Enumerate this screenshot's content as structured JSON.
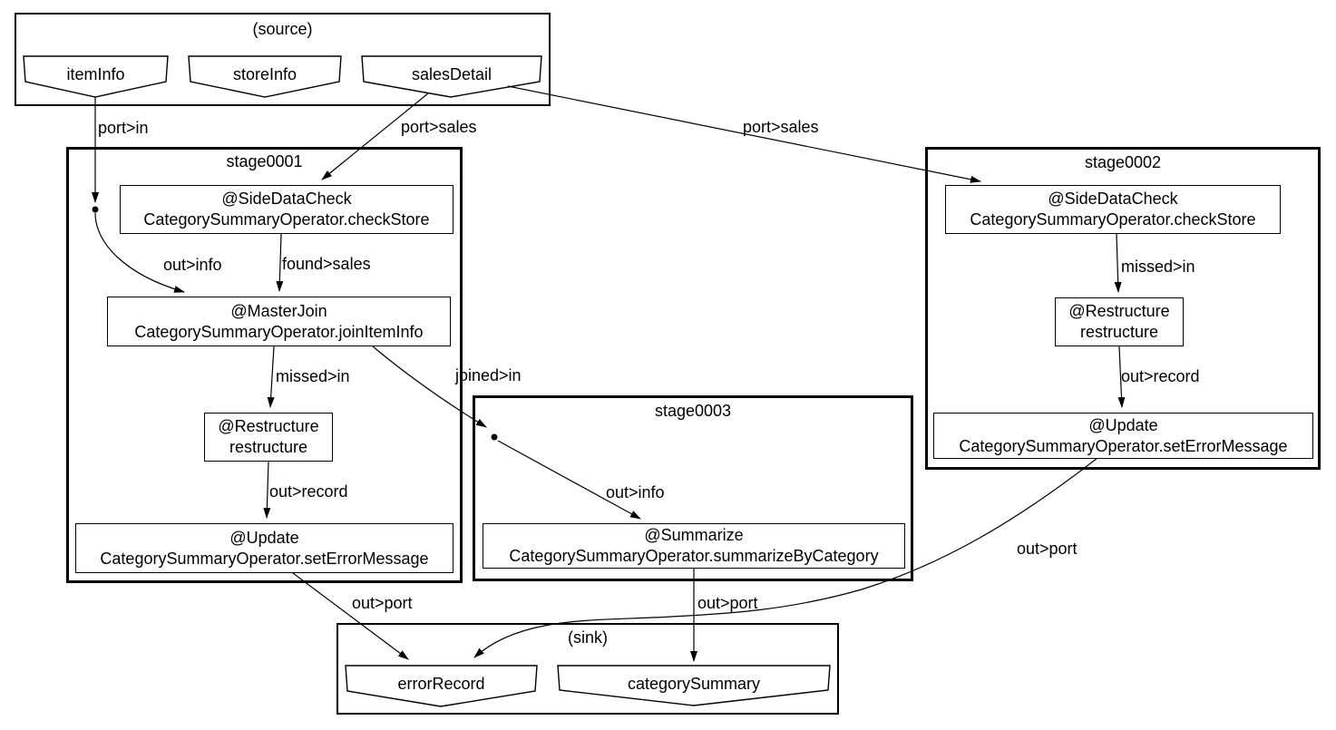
{
  "diagram_type": "dataflow-graph",
  "colors": {
    "background": "#ffffff",
    "line": "#000000",
    "node_fill": "#ffffff"
  },
  "clusters": {
    "source": {
      "title": "(source)"
    },
    "stage0001": {
      "title": "stage0001"
    },
    "stage0002": {
      "title": "stage0002"
    },
    "stage0003": {
      "title": "stage0003"
    },
    "sink": {
      "title": "(sink)"
    }
  },
  "ports": {
    "itemInfo": "itemInfo",
    "storeInfo": "storeInfo",
    "salesDetail": "salesDetail",
    "errorRecord": "errorRecord",
    "categorySummary": "categorySummary"
  },
  "operators": {
    "s1_check": {
      "line1": "@SideDataCheck",
      "line2": "CategorySummaryOperator.checkStore"
    },
    "s1_join": {
      "line1": "@MasterJoin",
      "line2": "CategorySummaryOperator.joinItemInfo"
    },
    "s1_restructure": {
      "line1": "@Restructure",
      "line2": "restructure"
    },
    "s1_update": {
      "line1": "@Update",
      "line2": "CategorySummaryOperator.setErrorMessage"
    },
    "s2_check": {
      "line1": "@SideDataCheck",
      "line2": "CategorySummaryOperator.checkStore"
    },
    "s2_restructure": {
      "line1": "@Restructure",
      "line2": "restructure"
    },
    "s2_update": {
      "line1": "@Update",
      "line2": "CategorySummaryOperator.setErrorMessage"
    },
    "s3_summarize": {
      "line1": "@Summarize",
      "line2": "CategorySummaryOperator.summarizeByCategory"
    }
  },
  "edge_labels": {
    "port_in": "port>in",
    "port_sales_1": "port>sales",
    "port_sales_2": "port>sales",
    "out_info_1": "out>info",
    "found_sales": "found>sales",
    "missed_in_1": "missed>in",
    "out_record_1": "out>record",
    "joined_in": "joined>in",
    "out_info_2": "out>info",
    "missed_in_2": "missed>in",
    "out_record_2": "out>record",
    "out_port_1": "out>port",
    "out_port_2": "out>port",
    "out_port_3": "out>port"
  }
}
